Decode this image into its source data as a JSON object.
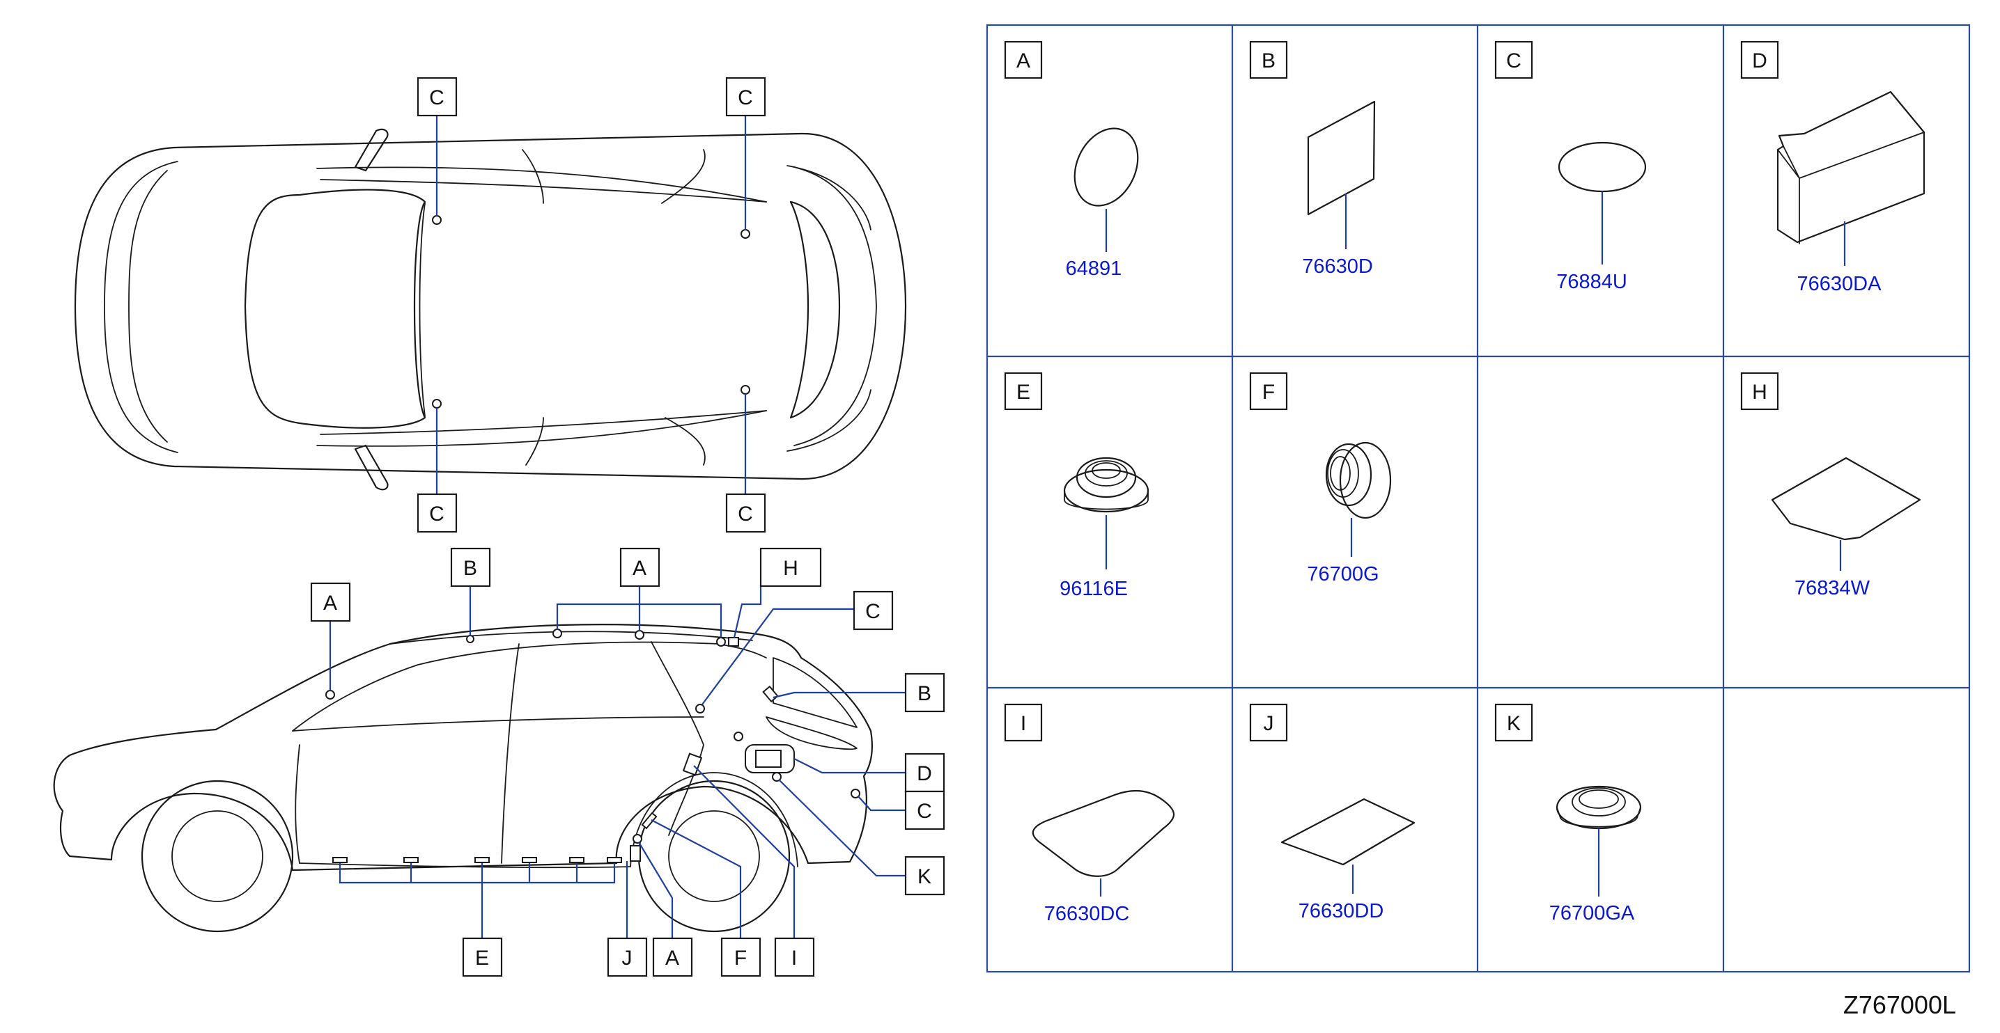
{
  "top_view": {
    "callouts": [
      "C",
      "C",
      "C",
      "C"
    ]
  },
  "side_view": {
    "callouts": [
      "A",
      "B",
      "A",
      "H",
      "C",
      "B",
      "D",
      "C",
      "K",
      "E",
      "J",
      "A",
      "F",
      "I"
    ]
  },
  "parts_table": [
    {
      "letter": "A",
      "part_number": "64891",
      "icon": "oval-plug-icon"
    },
    {
      "letter": "B",
      "part_number": "76630D",
      "icon": "square-pad-icon"
    },
    {
      "letter": "C",
      "part_number": "76884U",
      "icon": "round-patch-icon"
    },
    {
      "letter": "D",
      "part_number": "76630DA",
      "icon": "foam-block-icon"
    },
    {
      "letter": "E",
      "part_number": "96116E",
      "icon": "grommet-icon"
    },
    {
      "letter": "F",
      "part_number": "76700G",
      "icon": "tall-grommet-icon"
    },
    {
      "letter": "",
      "part_number": "",
      "icon": ""
    },
    {
      "letter": "H",
      "part_number": "76834W",
      "icon": "diamond-pad-icon"
    },
    {
      "letter": "I",
      "part_number": "76630DC",
      "icon": "rounded-pad-icon"
    },
    {
      "letter": "J",
      "part_number": "76630DD",
      "icon": "flat-sheet-icon"
    },
    {
      "letter": "K",
      "part_number": "76700GA",
      "icon": "cap-plug-icon"
    },
    {
      "letter": "",
      "part_number": "",
      "icon": ""
    }
  ],
  "colors": {
    "part_number_text": "#0a18cf",
    "leader_lines": "#1f3f9f",
    "drawing_lines": "#1a1a1a"
  },
  "footer": {
    "drawing_code": "Z767000L"
  }
}
